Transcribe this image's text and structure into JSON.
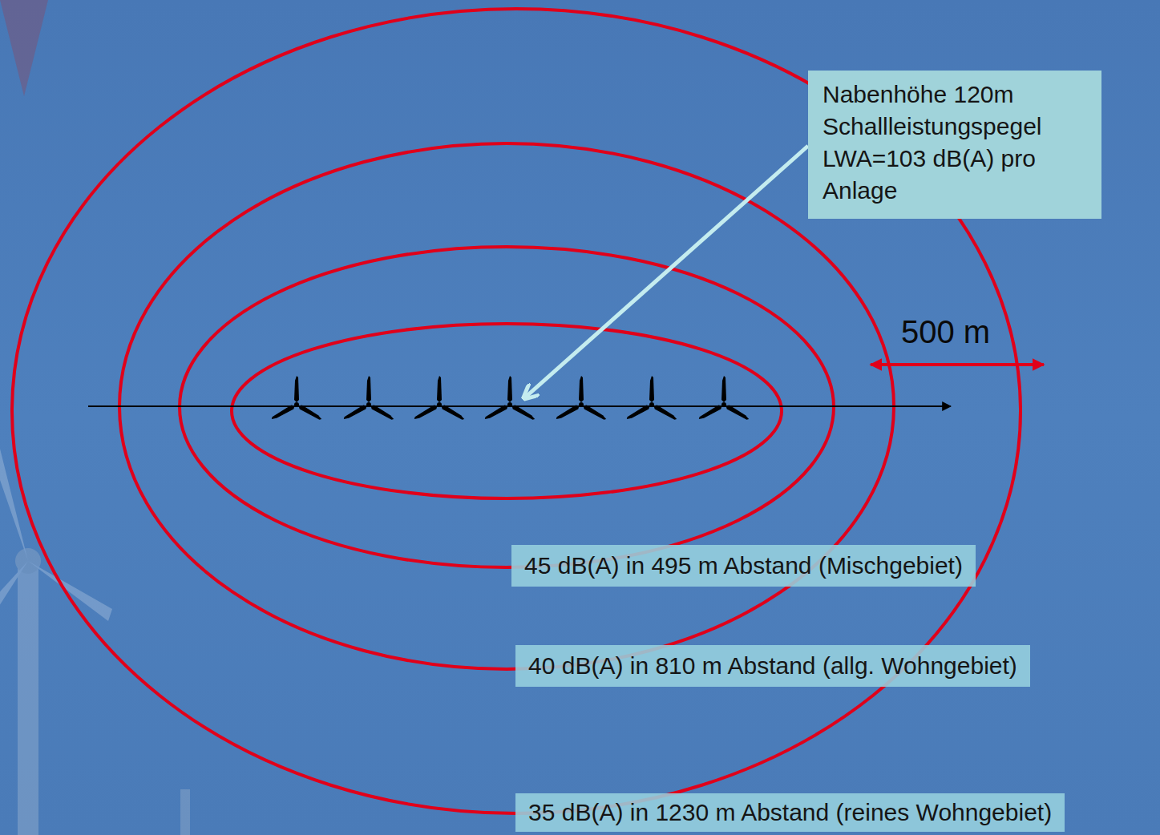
{
  "diagram": {
    "nodes": [
      {
        "text": [
          "Nabenhöhe 120m Schallleistungspegel LWA=103 dB(A) pro Anlage"
        ]
      },
      {
        "text": [
          "45 dB(A) in 495 m Abstand (Mischgebiet)"
        ]
      },
      {
        "text": [
          "40 dB(A) in 810 m Abstand (allg. Wohngebiet)"
        ]
      },
      {
        "text": [
          "35 dB(A) in 1230 m Abstand (reines Wohngebiet)"
        ]
      }
    ],
    "labels": [
      "500 m"
    ]
  }
}
